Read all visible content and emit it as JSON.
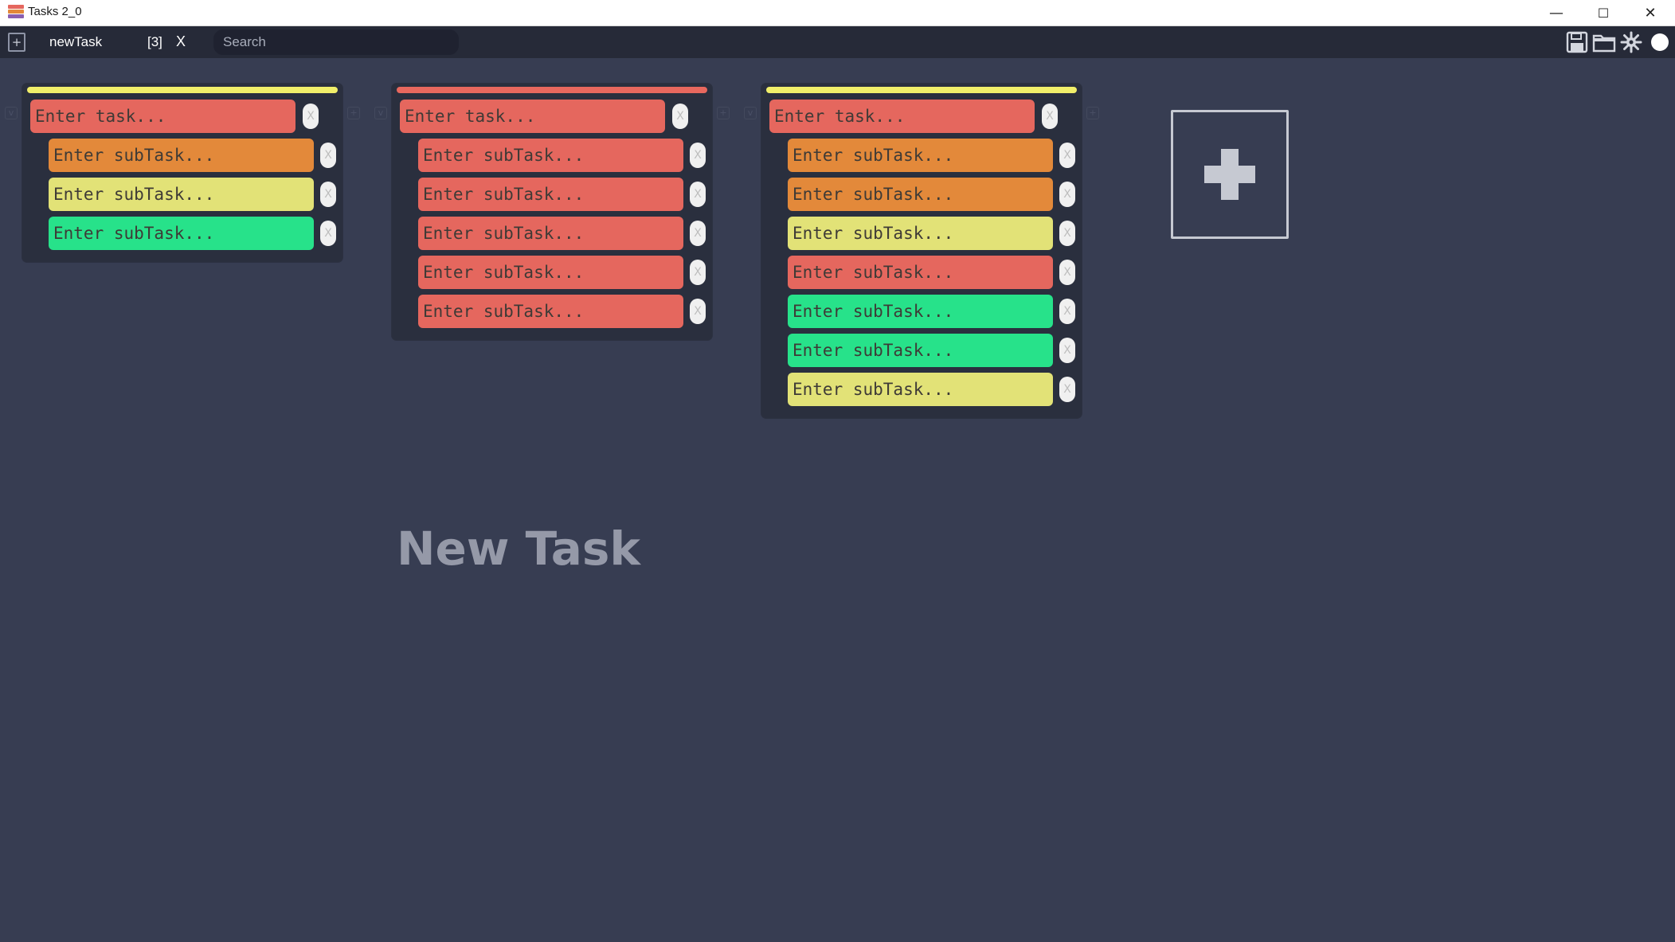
{
  "window": {
    "title": "Tasks 2_0",
    "minimize": "—",
    "maximize": "☐",
    "close": "✕"
  },
  "toolbar": {
    "new_tab_symbol": "+",
    "tab_name": "newTask",
    "tab_count": "[3]",
    "tab_close": "X",
    "search_placeholder": "Search"
  },
  "colors": {
    "background": "#373d52",
    "toolbar": "#262a38",
    "card": "#2a2f3e",
    "red": "#e5675e",
    "orange": "#e3893a",
    "yellow": "#e2e277",
    "green": "#27e28a",
    "bar_yellow": "#f1ef6a",
    "bar_red": "#e8685e"
  },
  "cards": [
    {
      "bar_color": "yellow",
      "task": {
        "placeholder": "Enter task...",
        "color": "red",
        "remove": "X"
      },
      "subtasks": [
        {
          "placeholder": "Enter subTask...",
          "color": "orange",
          "remove": "X"
        },
        {
          "placeholder": "Enter subTask...",
          "color": "yellow",
          "remove": "X"
        },
        {
          "placeholder": "Enter subTask...",
          "color": "green",
          "remove": "X"
        }
      ]
    },
    {
      "bar_color": "red",
      "task": {
        "placeholder": "Enter task...",
        "color": "red",
        "remove": "X"
      },
      "subtasks": [
        {
          "placeholder": "Enter subTask...",
          "color": "red",
          "remove": "X"
        },
        {
          "placeholder": "Enter subTask...",
          "color": "red",
          "remove": "X"
        },
        {
          "placeholder": "Enter subTask...",
          "color": "red",
          "remove": "X"
        },
        {
          "placeholder": "Enter subTask...",
          "color": "red",
          "remove": "X"
        },
        {
          "placeholder": "Enter subTask...",
          "color": "red",
          "remove": "X"
        }
      ]
    },
    {
      "bar_color": "yellow",
      "task": {
        "placeholder": "Enter task...",
        "color": "red",
        "remove": "X"
      },
      "subtasks": [
        {
          "placeholder": "Enter subTask...",
          "color": "orange",
          "remove": "X"
        },
        {
          "placeholder": "Enter subTask...",
          "color": "orange",
          "remove": "X"
        },
        {
          "placeholder": "Enter subTask...",
          "color": "yellow",
          "remove": "X"
        },
        {
          "placeholder": "Enter subTask...",
          "color": "red",
          "remove": "X"
        },
        {
          "placeholder": "Enter subTask...",
          "color": "green",
          "remove": "X"
        },
        {
          "placeholder": "Enter subTask...",
          "color": "green",
          "remove": "X"
        },
        {
          "placeholder": "Enter subTask...",
          "color": "yellow",
          "remove": "X"
        }
      ]
    }
  ],
  "ghost_controls": {
    "collapse": "v",
    "add": "+"
  },
  "main": {
    "new_task_label": "New Task"
  },
  "icons": [
    "app-icon",
    "new-tab-icon",
    "save-icon",
    "open-folder-icon",
    "settings-gear-icon",
    "theme-toggle-icon",
    "plus-icon"
  ]
}
